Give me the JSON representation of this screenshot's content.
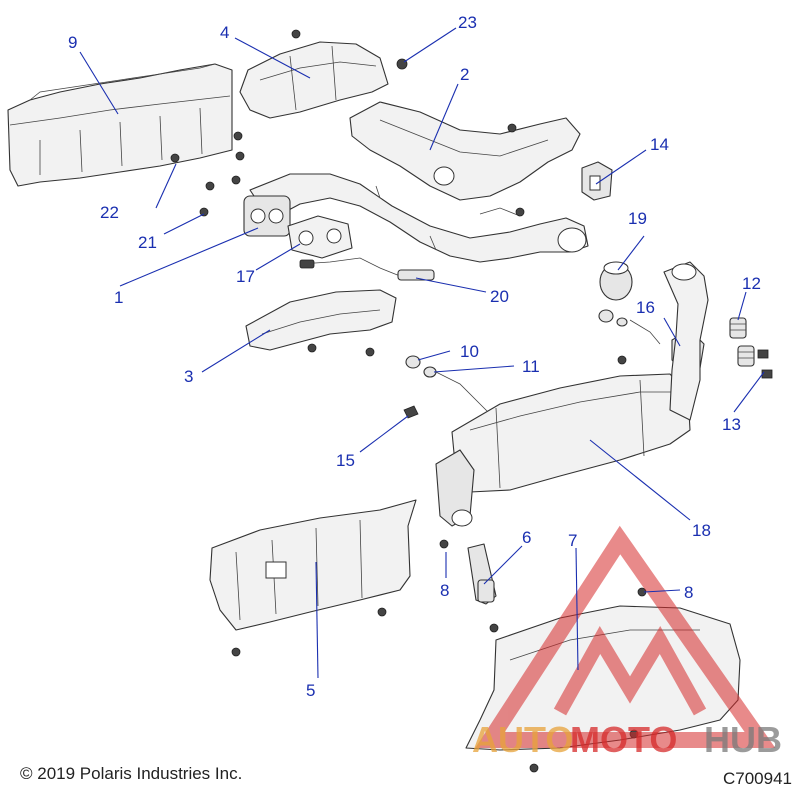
{
  "labels": {
    "p1": "1",
    "p2": "2",
    "p3": "3",
    "p4": "4",
    "p5": "5",
    "p6": "6",
    "p7": "7",
    "p8a": "8",
    "p8b": "8",
    "p9": "9",
    "p10": "10",
    "p11": "11",
    "p12": "12",
    "p13": "13",
    "p14": "14",
    "p15": "15",
    "p16": "16",
    "p17": "17",
    "p18": "18",
    "p19": "19",
    "p20": "20",
    "p21": "21",
    "p22": "22",
    "p23": "23"
  },
  "footer": {
    "copyright": "© 2019 Polaris Industries Inc.",
    "code": "C700941"
  },
  "watermark": {
    "text_auto": "AUTO",
    "text_moto": "MOTO",
    "text_hub": "HUB",
    "color_red": "#d62b2b",
    "color_orange": "#e8a33a",
    "color_gray": "#7a7a7a"
  }
}
